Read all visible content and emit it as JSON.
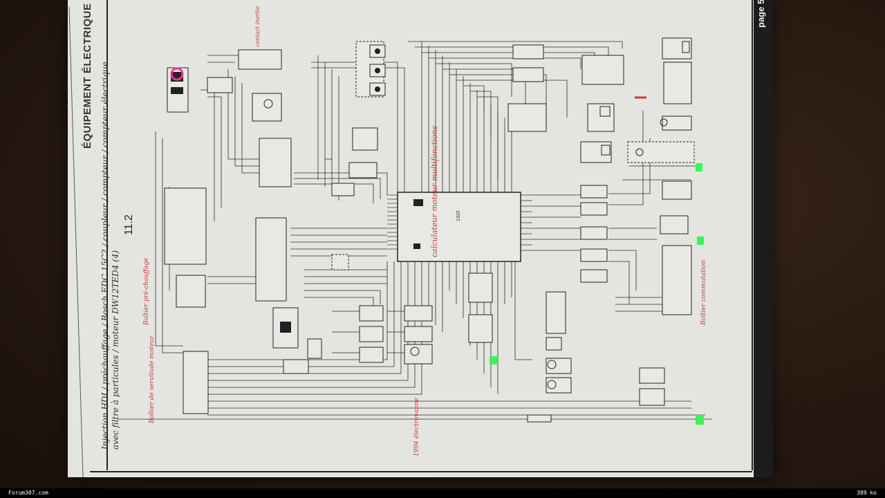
{
  "header": {
    "title": "ÉQUIPEMENT ÉLECTRIQUE",
    "section": "11.2",
    "page_label": "page 5"
  },
  "caption": {
    "line1": "Injection HDI / préchauffage / Bosch EDC 15C2 / coupleur / compteur / compteur électrique",
    "line2": "avec filtre à particules / moteur DW12TED4 (4)"
  },
  "ecu": {
    "label": "calculateur moteur multifonctions",
    "code": "1320"
  },
  "notes": {
    "contact_inertie": "contact inertie",
    "boitier_preheat": "Boîtier pré-chauffage",
    "boitier_servitude": "Boîtier de servitude moteur",
    "faisceau": "1994 électrovanne",
    "boitier_commutation": "Boîtier commutation"
  },
  "footer": {
    "left": "Forum307.com",
    "right": "389 ko"
  }
}
